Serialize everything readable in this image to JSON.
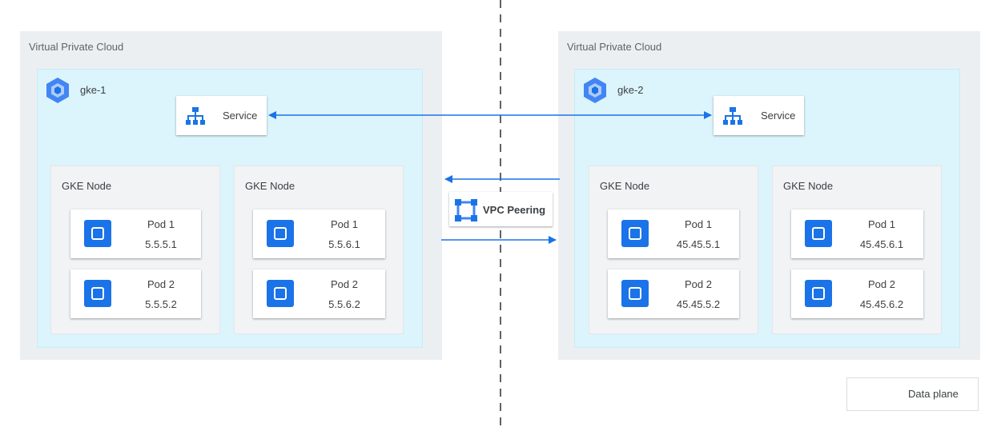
{
  "left_vpc": {
    "label": "Virtual Private Cloud",
    "cluster": {
      "name": "gke-1",
      "service_label": "Service",
      "nodes": [
        {
          "label": "GKE Node",
          "pods": [
            {
              "name": "Pod 1",
              "ip": "5.5.5.1"
            },
            {
              "name": "Pod 2",
              "ip": "5.5.5.2"
            }
          ]
        },
        {
          "label": "GKE Node",
          "pods": [
            {
              "name": "Pod 1",
              "ip": "5.5.6.1"
            },
            {
              "name": "Pod 2",
              "ip": "5.5.6.2"
            }
          ]
        }
      ]
    }
  },
  "right_vpc": {
    "label": "Virtual Private Cloud",
    "cluster": {
      "name": "gke-2",
      "service_label": "Service",
      "nodes": [
        {
          "label": "GKE Node",
          "pods": [
            {
              "name": "Pod 1",
              "ip": "45.45.5.1"
            },
            {
              "name": "Pod 2",
              "ip": "45.45.5.2"
            }
          ]
        },
        {
          "label": "GKE Node",
          "pods": [
            {
              "name": "Pod 1",
              "ip": "45.45.6.1"
            },
            {
              "name": "Pod 2",
              "ip": "45.45.6.2"
            }
          ]
        }
      ]
    }
  },
  "peering": {
    "label": "VPC Peering"
  },
  "legend": {
    "label": "Data plane"
  },
  "colors": {
    "accent": "#1a73e8",
    "cluster_bg": "#dcf4fc",
    "vpc_bg": "#eceff1",
    "node_bg": "#f1f3f4"
  },
  "icons": {
    "cluster": "kubernetes-hexagon-icon",
    "service": "load-balancer-icon",
    "pod": "pod-icon",
    "peering": "vpc-peering-icon"
  }
}
